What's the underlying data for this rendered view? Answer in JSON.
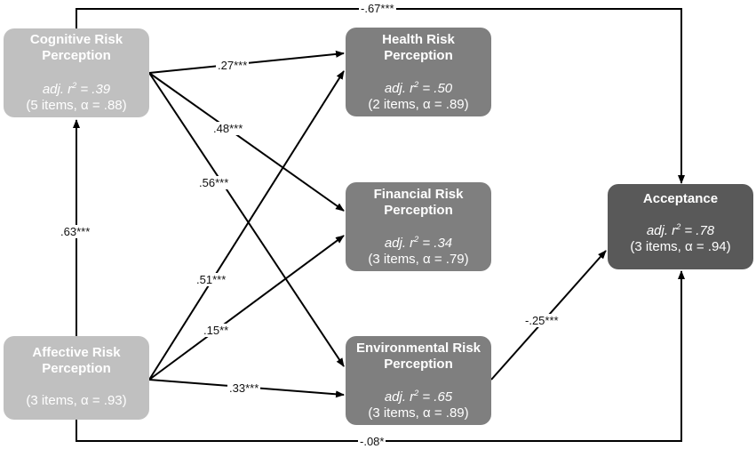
{
  "nodes": {
    "cognitive": {
      "title": "Cognitive Risk Perception",
      "r2_label": "adj. r",
      "r2_value": " = .39",
      "items": "(5 items, α = .88)"
    },
    "affective": {
      "title": "Affective Risk Perception",
      "items": "(3 items, α = .93)"
    },
    "health": {
      "title": "Health Risk Perception",
      "r2_label": "adj. r",
      "r2_value": " = .50",
      "items": "(2 items, α = .89)"
    },
    "financial": {
      "title": "Financial Risk Perception",
      "r2_label": "adj. r",
      "r2_value": " = .34",
      "items": "(3 items, α = .79)"
    },
    "environmental": {
      "title": "Environmental Risk Perception",
      "r2_label": "adj. r",
      "r2_value": " = .65",
      "items": "(3 items, α = .89)"
    },
    "acceptance": {
      "title": "Acceptance",
      "r2_label": "adj. r",
      "r2_value": " = .78",
      "items": "(3 items, α = .94)"
    }
  },
  "paths": {
    "cog_health": ".27***",
    "cog_financial": ".48***",
    "cog_environmental": ".56***",
    "aff_cog": ".63***",
    "aff_health": ".51***",
    "aff_financial": ".15**",
    "aff_environmental": ".33***",
    "env_acceptance": "-.25***",
    "cog_acceptance": "-.67***",
    "aff_acceptance": "-.08*"
  },
  "colors": {
    "light_box": "#c0c0c0",
    "mid_box": "#7f7f7f",
    "dark_box": "#595959",
    "arrow": "#000000"
  }
}
